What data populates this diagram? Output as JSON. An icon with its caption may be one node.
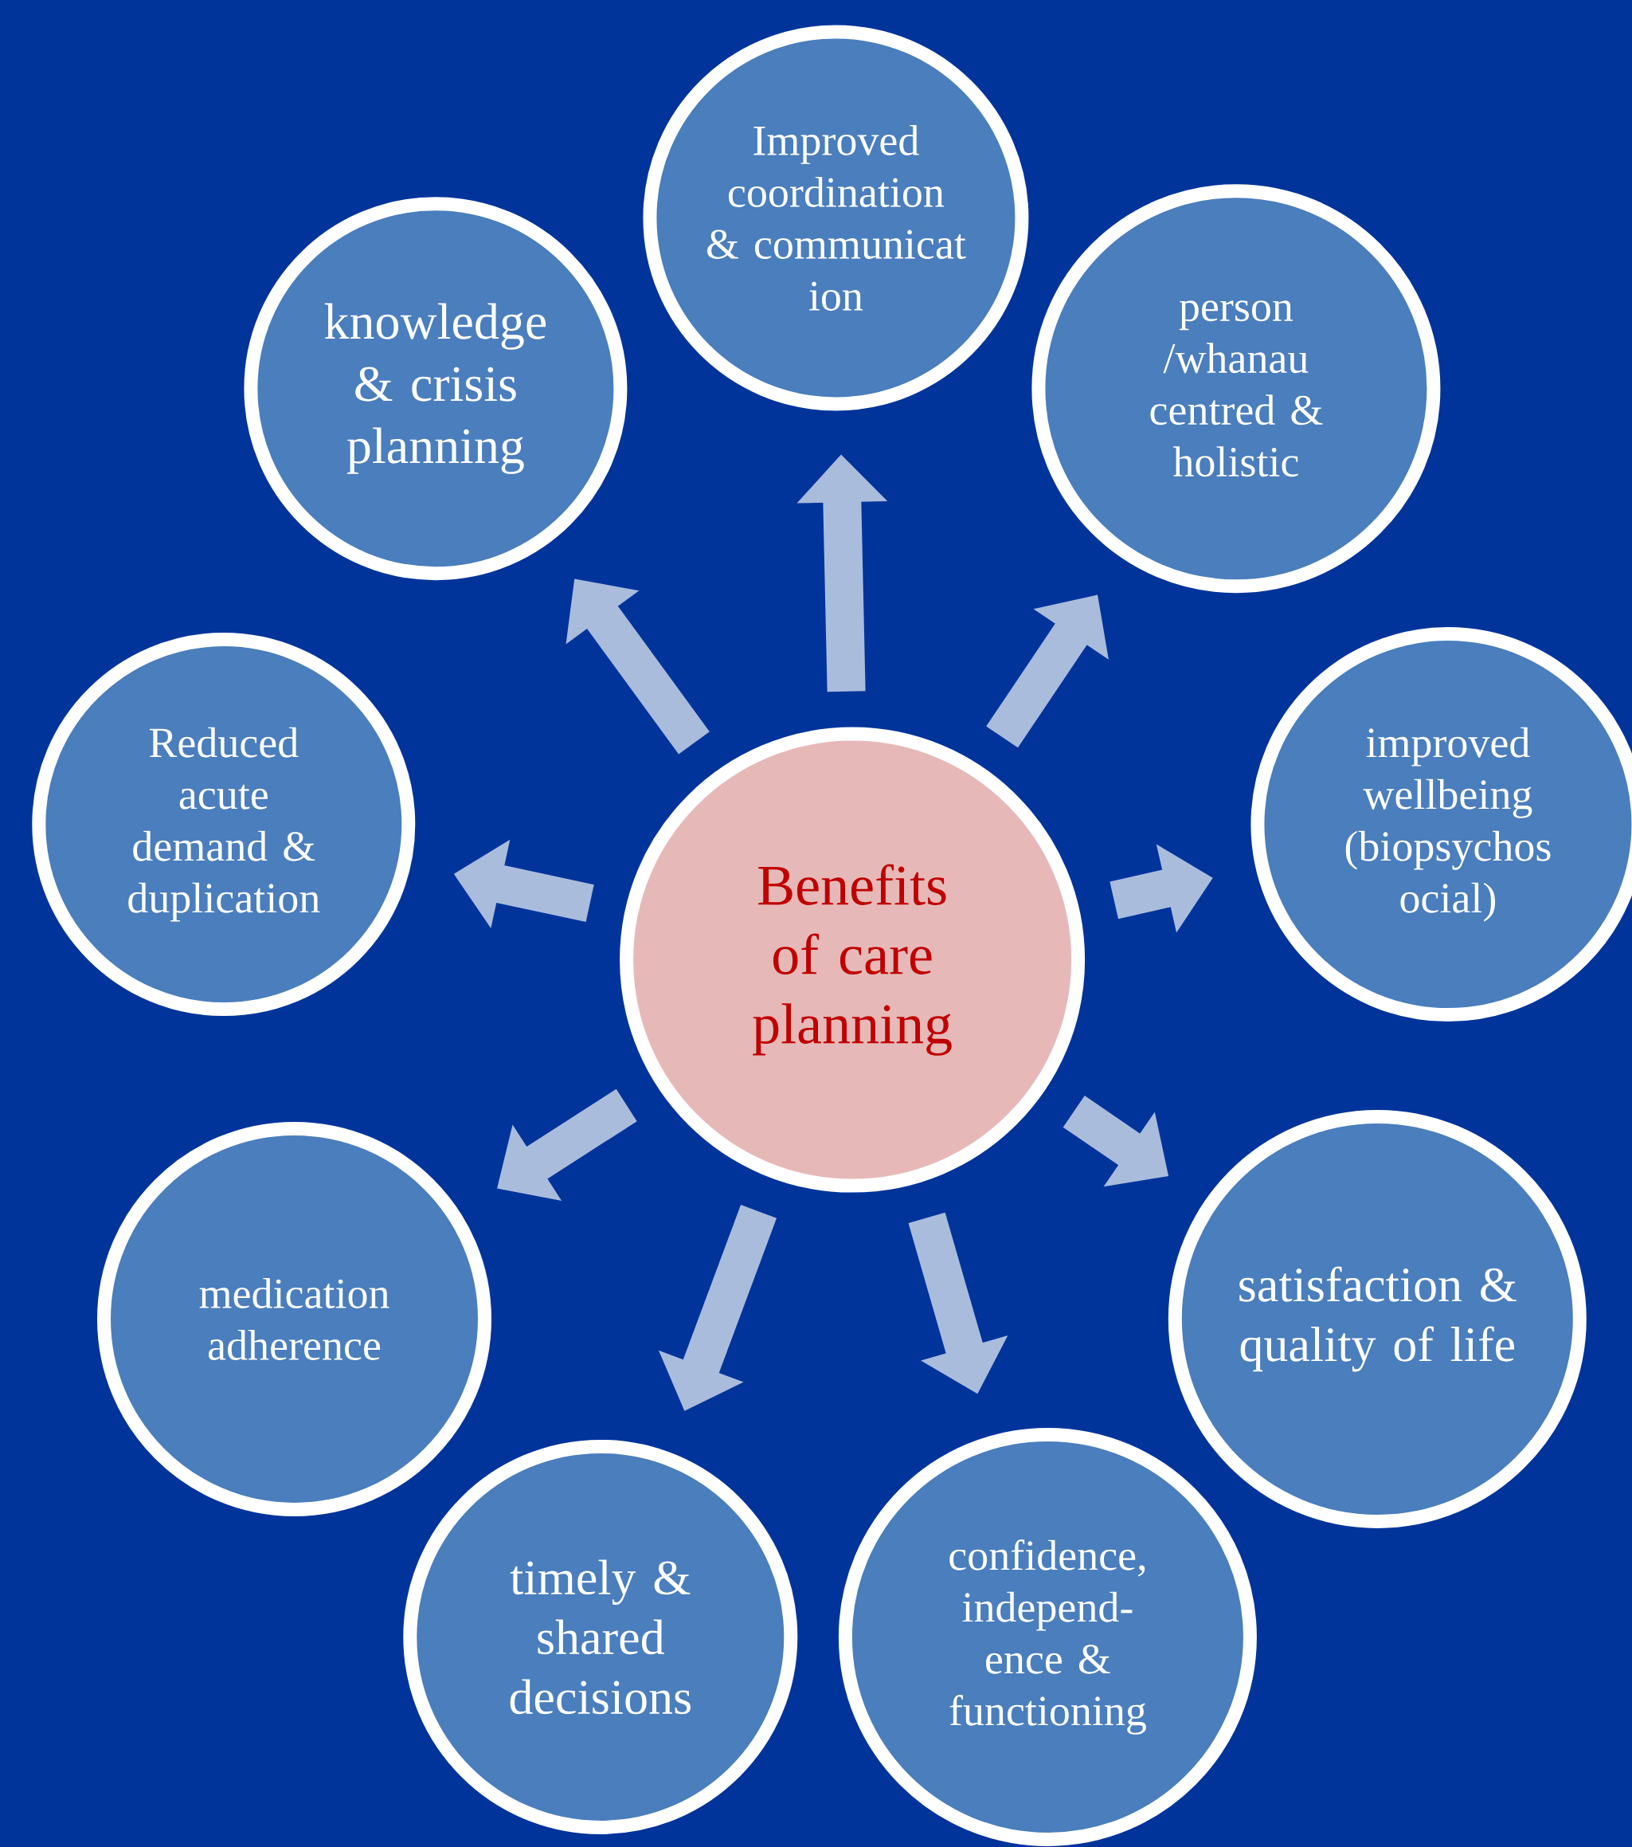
{
  "diagram": {
    "nodes": [
      {
        "text": [
          "Benefits of care planning"
        ]
      },
      {
        "text": [
          "Improved coordination & communicat ion"
        ]
      },
      {
        "text": [
          "person /whanau centred & holistic"
        ]
      },
      {
        "text": [
          "improved wellbeing (biopsychos ocial)"
        ]
      },
      {
        "text": [
          "satisfaction & quality of life"
        ]
      },
      {
        "text": [
          "confidence, independ- ence & functioning"
        ]
      },
      {
        "text": [
          "timely & shared decisions"
        ]
      },
      {
        "text": [
          "medication adherence"
        ]
      },
      {
        "text": [
          "Reduced acute demand & duplication"
        ]
      },
      {
        "text": [
          "knowledge & crisis planning"
        ]
      }
    ],
    "edges": [
      {
        "from": 0,
        "to": 1,
        "arrow": "to"
      },
      {
        "from": 0,
        "to": 2,
        "arrow": "to"
      },
      {
        "from": 0,
        "to": 3,
        "arrow": "to"
      },
      {
        "from": 0,
        "to": 4,
        "arrow": "to"
      },
      {
        "from": 0,
        "to": 5,
        "arrow": "to"
      },
      {
        "from": 0,
        "to": 6,
        "arrow": "to"
      },
      {
        "from": 0,
        "to": 7,
        "arrow": "to"
      },
      {
        "from": 0,
        "to": 8,
        "arrow": "to"
      },
      {
        "from": 0,
        "to": 9,
        "arrow": "to"
      }
    ]
  }
}
